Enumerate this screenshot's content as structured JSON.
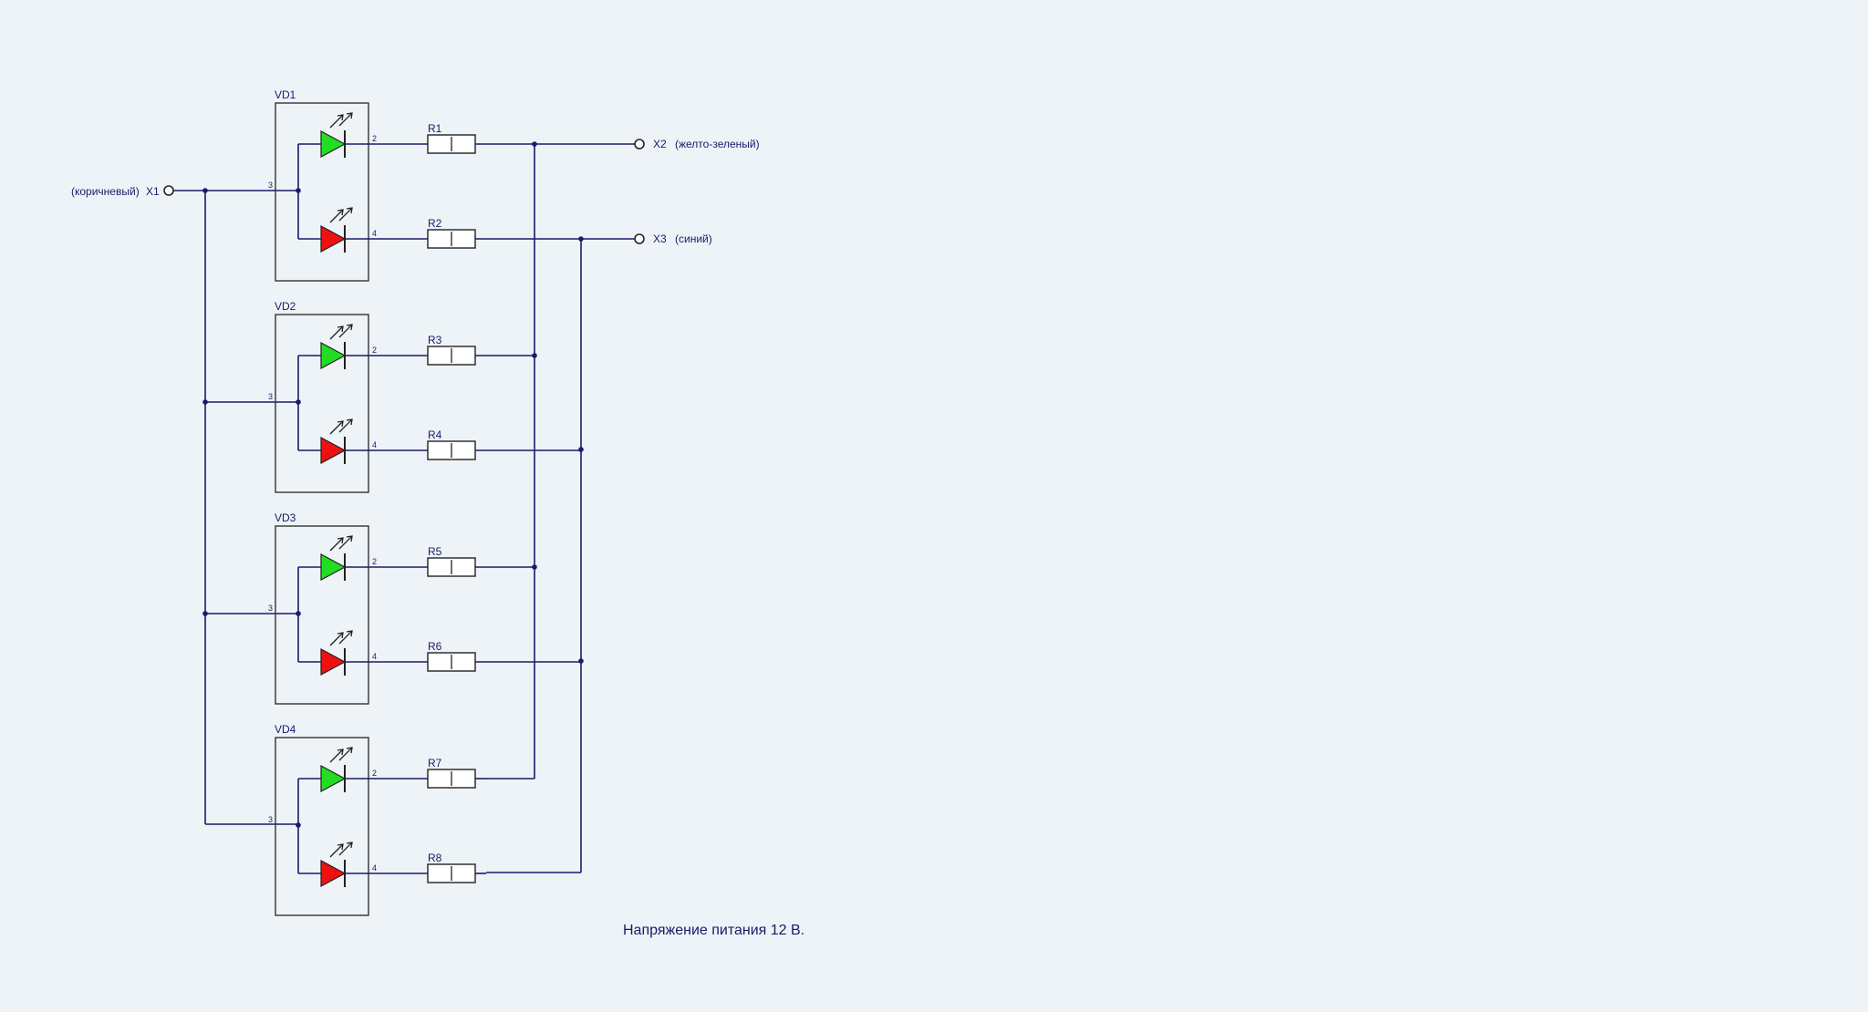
{
  "colors": {
    "background": "#eef3f7",
    "wire": "#1a1a6a",
    "led_green": "#22dd22",
    "led_red": "#ee1111"
  },
  "terminals": {
    "x1": {
      "name": "X1",
      "note": "(коричневый)"
    },
    "x2": {
      "name": "X2",
      "note": "(желто-зеленый)"
    },
    "x3": {
      "name": "X3",
      "note": "(синий)"
    }
  },
  "modules": [
    {
      "name": "VD1",
      "pin_common": "3",
      "pin_green": "2",
      "pin_red": "4",
      "r_green": "R1",
      "r_red": "R2"
    },
    {
      "name": "VD2",
      "pin_common": "3",
      "pin_green": "2",
      "pin_red": "4",
      "r_green": "R3",
      "r_red": "R4"
    },
    {
      "name": "VD3",
      "pin_common": "3",
      "pin_green": "2",
      "pin_red": "4",
      "r_green": "R5",
      "r_red": "R6"
    },
    {
      "name": "VD4",
      "pin_common": "3",
      "pin_green": "2",
      "pin_red": "4",
      "r_green": "R7",
      "r_red": "R8"
    }
  ],
  "note": "Напряжение питания 12 В."
}
